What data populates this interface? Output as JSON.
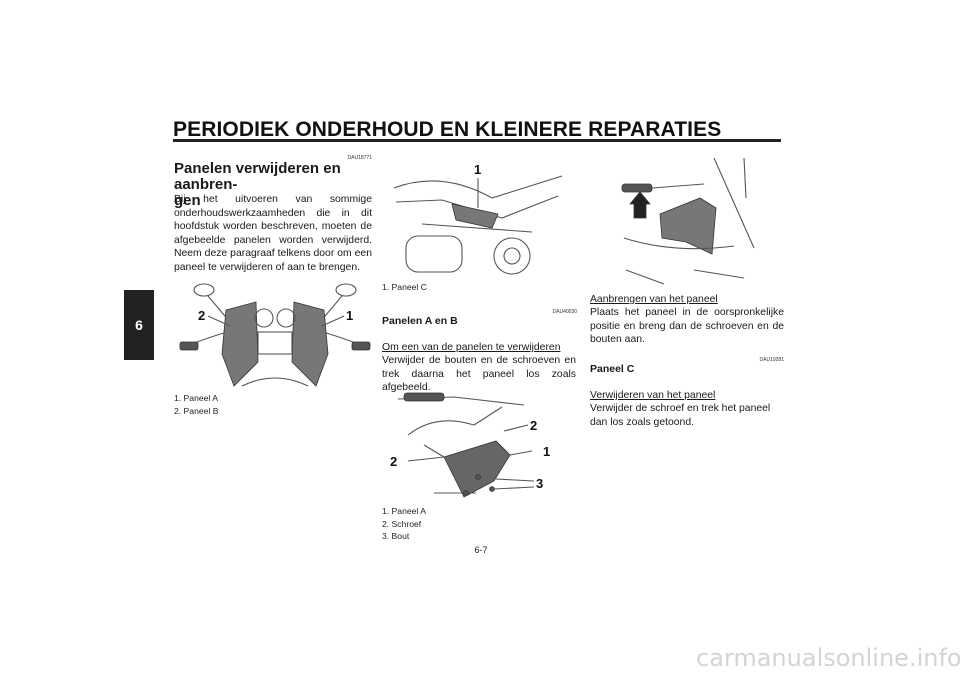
{
  "header": {
    "title": "PERIODIEK ONDERHOUD EN KLEINERE REPARATIES",
    "chapter": "6"
  },
  "col1": {
    "code": "DAU18771",
    "heading": "Panelen verwijderen en aanbren-\ngen",
    "body": "Bij het uitvoeren van sommige onderhoudswerkzaamheden die in dit hoofdstuk worden beschreven, moeten de afgebeelde panelen worden verwijderd. Neem deze paragraaf telkens door om een paneel te verwijderen of aan te brengen.",
    "figure": {
      "callouts": [
        "2",
        "1"
      ]
    },
    "captions": [
      "1. Paneel A",
      "2. Paneel B"
    ]
  },
  "col2": {
    "figure_top": {
      "callouts": [
        "1"
      ]
    },
    "caption_top": "1. Paneel C",
    "code": "DAU40030",
    "heading": "Panelen A en B",
    "subheading": "Om een van de panelen te verwijderen",
    "body": "Verwijder de bouten en de schroeven en trek daarna het paneel los zoals afgebeeld.",
    "figure_bottom": {
      "callouts": [
        "2",
        "2",
        "1",
        "3"
      ]
    },
    "captions_bottom": [
      "1. Paneel A",
      "2. Schroef",
      "3. Bout"
    ]
  },
  "col3": {
    "subheading1": "Aanbrengen van het paneel",
    "body1": "Plaats het paneel in de oorspronkelijke positie en breng dan de schroeven en de bouten aan.",
    "code": "DAU19281",
    "heading": "Paneel C",
    "subheading2": "Verwijderen van het paneel",
    "body2": "Verwijder de schroef en trek het paneel dan los zoals getoond."
  },
  "footer": {
    "page_number": "6-7",
    "watermark": "carmanualsonline.info"
  }
}
